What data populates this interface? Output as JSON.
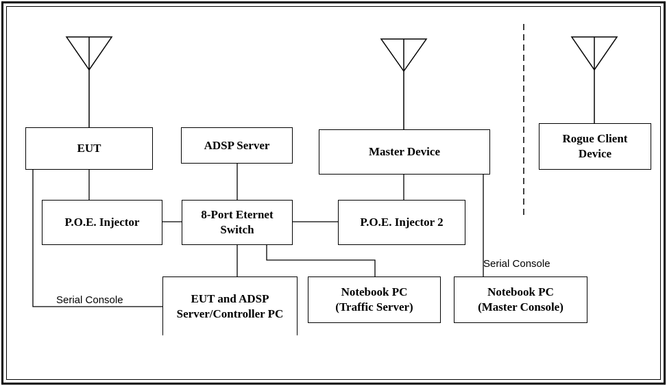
{
  "boxes": {
    "eut": "EUT",
    "adsp_server": "ADSP Server",
    "master_device": "Master Device",
    "rogue_client": "Rogue Client\nDevice",
    "poe_injector": "P.O.E. Injector",
    "switch": "8-Port Eternet\nSwitch",
    "poe_injector_2": "P.O.E. Injector 2",
    "controller_pc": "EUT and ADSP\nServer/Controller PC",
    "traffic_server": "Notebook PC\n(Traffic  Server)",
    "master_console": "Notebook PC\n(Master Console)"
  },
  "labels": {
    "serial_console_left": "Serial Console",
    "serial_console_right": "Serial Console"
  }
}
